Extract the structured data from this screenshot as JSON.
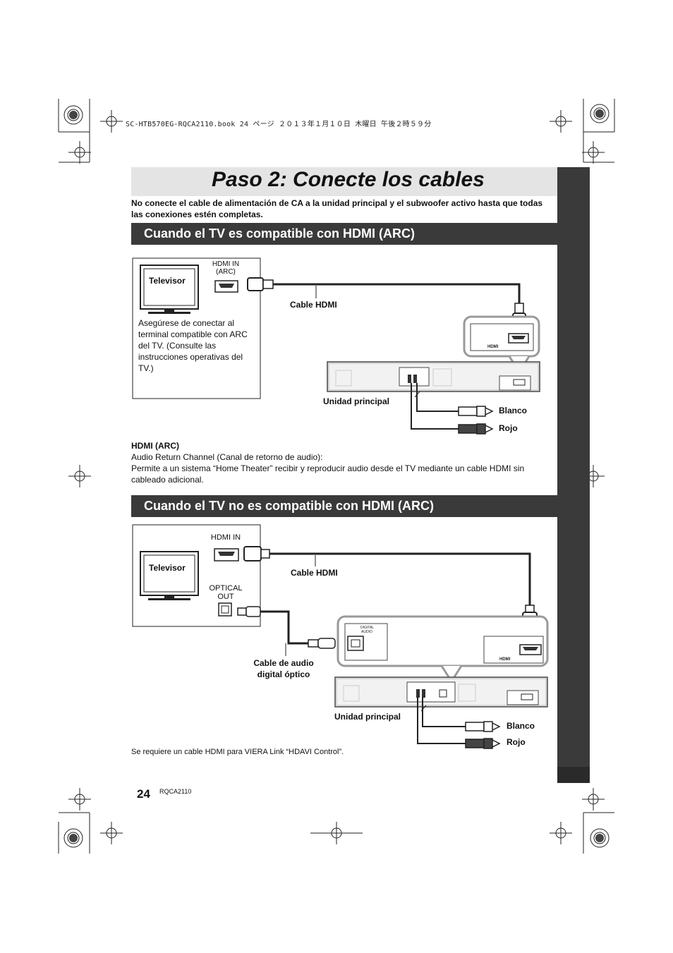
{
  "header": {
    "print_line": "SC-HTB570EG-RQCA2110.book  24 ページ  ２０１３年１月１０日  木曜日  午後２時５９分"
  },
  "page": {
    "title": "Paso 2: Conecte los cables",
    "intro": "No conecte el cable de alimentación de CA a la unidad principal y el subwoofer activo hasta que todas las conexiones estén completas.",
    "page_number": "24",
    "model_code": "RQCA2110",
    "colors": {
      "section_bar": "#3a3a3a",
      "title_bar": "#e4e4e4",
      "side_tab": "#3a3a3a"
    }
  },
  "section1": {
    "heading": "Cuando el TV es compatible con HDMI (ARC)",
    "tv_label": "Televisor",
    "hdmi_in_label_line1": "HDMI IN",
    "hdmi_in_label_line2": "(ARC)",
    "cable_label": "Cable HDMI",
    "tv_note": "Asegúrese de conectar al terminal compatible con ARC del TV. (Consulte las instrucciones operativas del TV.)",
    "main_unit_label": "Unidad principal",
    "white_label": "Blanco",
    "red_label": "Rojo"
  },
  "hdmi_arc_note": {
    "title": "HDMI (ARC)",
    "line1": "Audio Return Channel (Canal de retorno de audio):",
    "line2": "Permite a un sistema “Home Theater” recibir y reproducir audio desde el TV mediante un cable HDMI sin cableado adicional."
  },
  "section2": {
    "heading": "Cuando el TV no es compatible con HDMI (ARC)",
    "tv_label": "Televisor",
    "hdmi_in_label": "HDMI IN",
    "optical_label_line1": "OPTICAL",
    "optical_label_line2": "OUT",
    "cable_label": "Cable HDMI",
    "optical_cable_line1": "Cable de audio",
    "optical_cable_line2": "digital óptico",
    "main_unit_label": "Unidad principal",
    "white_label": "Blanco",
    "red_label": "Rojo",
    "footer_note": "Se requiere un cable HDMI para VIERA Link “HDAVI Control”."
  }
}
